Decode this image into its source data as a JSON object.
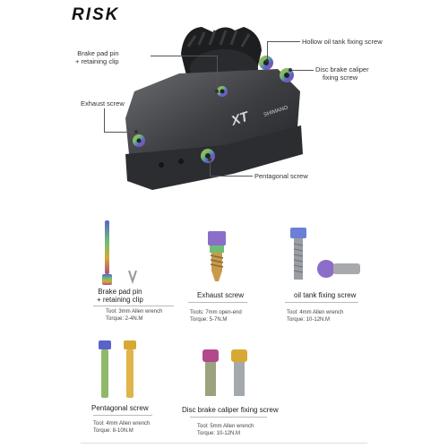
{
  "brand": {
    "logo_text": "RISK"
  },
  "diagram": {
    "callouts": {
      "brake_pad_pin": [
        "Brake pad pin",
        "+ retaining clip"
      ],
      "hollow_oil_tank": "Hollow oil tank fixing screw",
      "disc_brake_caliper": [
        "Disc brake caliper",
        "fixing screw"
      ],
      "exhaust": "Exhaust screw",
      "pentagonal": "Pentagonal screw"
    },
    "caliper_text": {
      "model": "XT",
      "brand": "SHIMANO"
    }
  },
  "parts": [
    {
      "title": [
        "Brake pad pin",
        "+ retaining clip"
      ],
      "spec_lines": [
        "Tool: 3mm Allen wrench",
        "Torque: 2-4N.M"
      ]
    },
    {
      "title": [
        "Exhaust screw"
      ],
      "spec_lines": [
        "Tools: 7mm open-end",
        "Torque: 5-7N.M"
      ]
    },
    {
      "title": [
        "oil tank fixing screw"
      ],
      "spec_lines": [
        "Tool: 4mm Allen wrench",
        "Torque: 10-12N.M"
      ]
    },
    {
      "title": [
        "Pentagonal screw"
      ],
      "spec_lines": [
        "Tool: 4mm Allen wrench",
        "Torque: 8-10N.M"
      ]
    },
    {
      "title": [
        "Disc brake caliper fixing screw"
      ],
      "spec_lines": [
        "Tool: 5mm Allen wrench",
        "Torque: 10-12N.M"
      ]
    }
  ],
  "colors": {
    "accent_gold": "#d6a935",
    "caliper_dark": "#3a3b3e"
  }
}
